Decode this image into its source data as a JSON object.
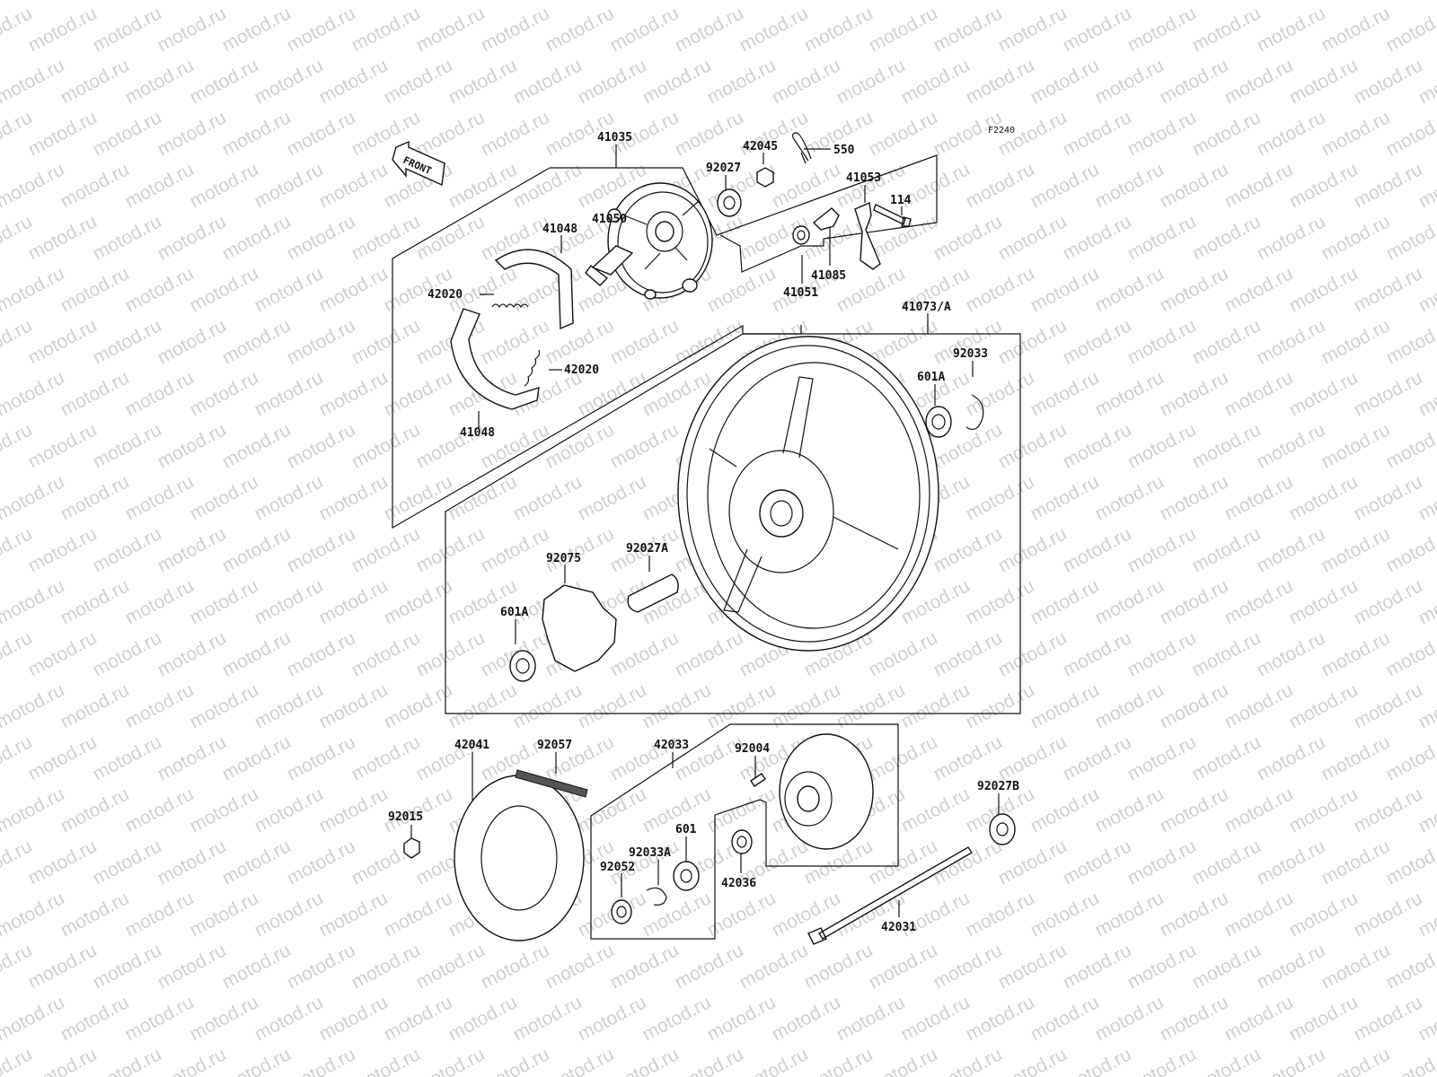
{
  "diagram_code": "F2240",
  "front_label": "FRONT",
  "watermark": "motod.ru",
  "labels": {
    "l41035": "41035",
    "l42045": "42045",
    "l550": "550",
    "l92027": "92027",
    "l41053": "41053",
    "l114": "114",
    "l41048a": "41048",
    "l42020a": "42020",
    "l41050": "41050",
    "l41085": "41085",
    "l41051": "41051",
    "l42020b": "42020",
    "l41048b": "41048",
    "l41073A": "41073/A",
    "l92033": "92033",
    "l601Aa": "601A",
    "l92075": "92075",
    "l92027A": "92027A",
    "l601Ab": "601A",
    "l42041": "42041",
    "l92057": "92057",
    "l42033": "42033",
    "l92004": "92004",
    "l92015": "92015",
    "l92027B": "92027B",
    "l601": "601",
    "l92033A": "92033A",
    "l92052": "92052",
    "l42036": "42036",
    "l42031": "42031"
  }
}
